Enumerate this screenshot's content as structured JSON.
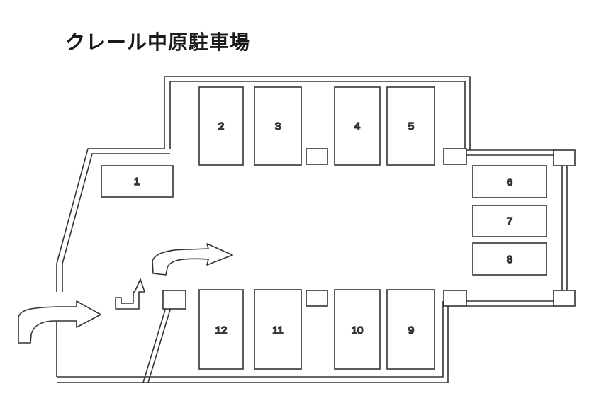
{
  "title": "クレール中原駐車場",
  "parking_spaces": [
    {
      "label": "1"
    },
    {
      "label": "2"
    },
    {
      "label": "3"
    },
    {
      "label": "4"
    },
    {
      "label": "5"
    },
    {
      "label": "6"
    },
    {
      "label": "7"
    },
    {
      "label": "8"
    },
    {
      "label": "9"
    },
    {
      "label": "10"
    },
    {
      "label": "11"
    },
    {
      "label": "12"
    }
  ],
  "colors": {
    "line": "#333333",
    "fill": "#ffffff"
  }
}
